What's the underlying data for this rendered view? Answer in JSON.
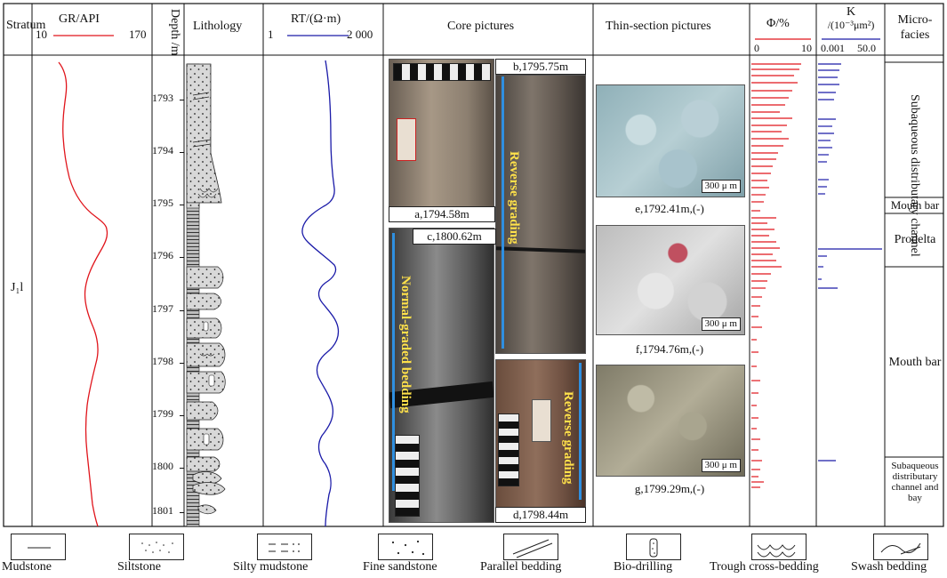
{
  "headers": {
    "stratum": "Stratum",
    "gr": "GR/API",
    "gr_min": "10",
    "gr_max": "170",
    "depth": "Depth /m",
    "lithology": "Lithology",
    "rt": "RT/(Ω·m)",
    "rt_min": "1",
    "rt_max": "2 000",
    "core": "Core pictures",
    "thin": "Thin-section pictures",
    "phi": "Φ/%",
    "phi_min": "0",
    "phi_max": "10",
    "k": "K",
    "k_unit": "/(10⁻³μm²)",
    "k_min": "0.001",
    "k_max": "50.0",
    "micro": "Micro-facies"
  },
  "stratum_label": "J₁l",
  "depth_ticks": [
    "1793",
    "1794",
    "1795",
    "1796",
    "1797",
    "1798",
    "1799",
    "1800",
    "1801"
  ],
  "core_photos": {
    "a": "a,1794.58m",
    "b": "b,1795.75m",
    "c": "c,1800.62m",
    "d": "d,1798.44m",
    "b_text": "Reverse grading",
    "c_text": "Normal-graded bedding",
    "d_text": "Reverse grading"
  },
  "thin_sections": {
    "e": "e,1792.41m,(-)",
    "f": "f,1794.76m,(-)",
    "g": "g,1799.29m,(-)",
    "scale": "300 μ m"
  },
  "microfacies": {
    "f1": "Subaqueous distributary channel",
    "f2": "Mouth bar",
    "f3": "Prodelta",
    "f4": "Mouth bar",
    "f5": "Subaqueous distributary channel and bay"
  },
  "legend": [
    "Mudstone",
    "Siltstone",
    "Silty mudstone",
    "Fine sandstone",
    "Parallel bedding",
    "Bio-drilling",
    "Trough cross-bedding",
    "Swash bedding"
  ],
  "colors": {
    "gr": "#e0141b",
    "rt": "#1a1aa8",
    "phi": "#e0141b",
    "k": "#1a1aa8"
  }
}
